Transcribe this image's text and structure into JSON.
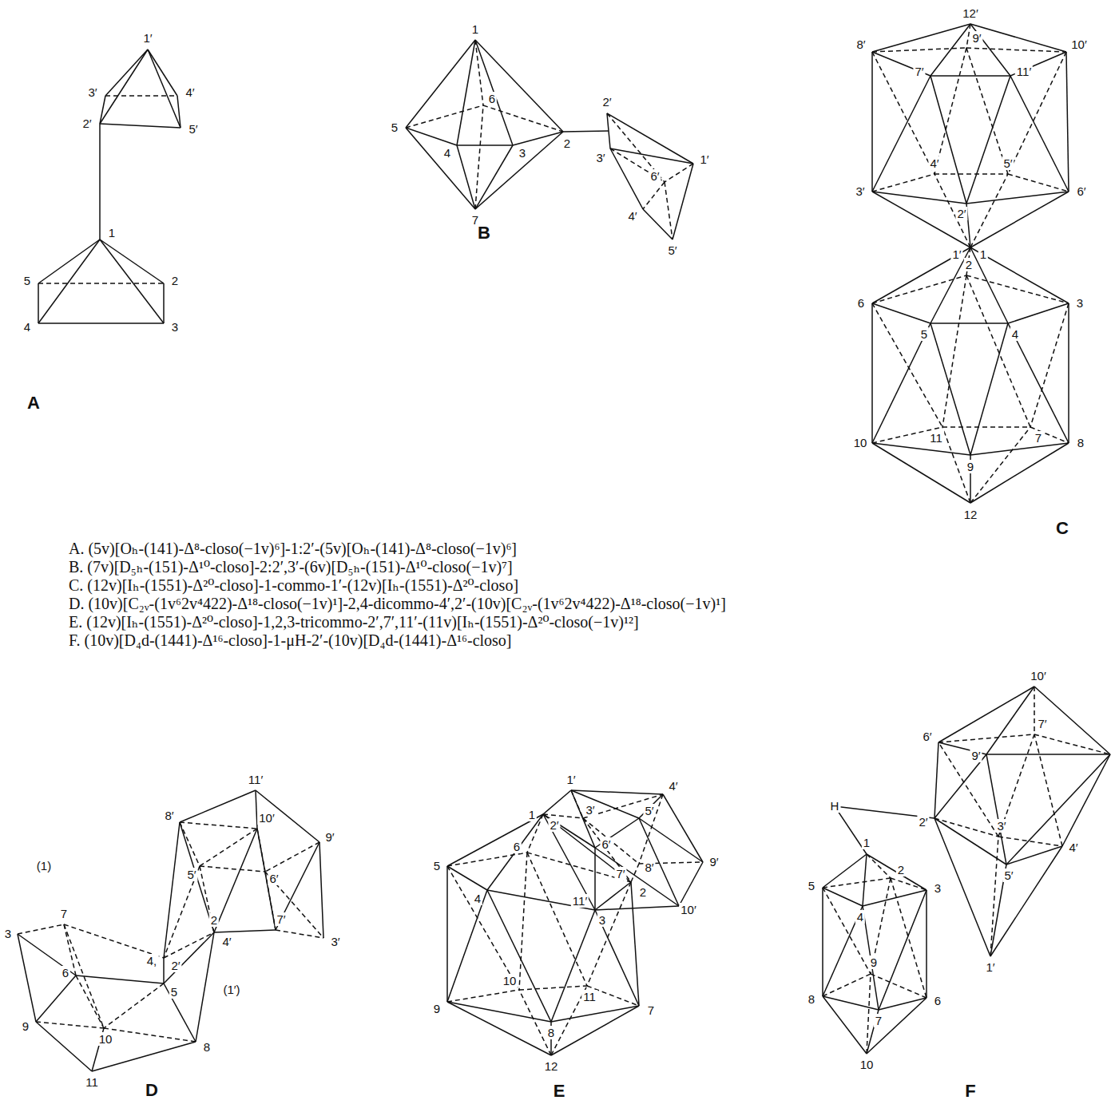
{
  "diagram": {
    "labels": [
      "1′",
      "3′",
      "4′",
      "2′",
      "5′",
      "1",
      "5",
      "2",
      "4",
      "3",
      "A",
      "1",
      "6",
      "5",
      "4",
      "3",
      "2",
      "7",
      "2′",
      "3′",
      "1′",
      "6′",
      "4′",
      "5′",
      "B",
      "12′",
      "9′",
      "8′",
      "10′",
      "7′",
      "11′",
      "4′",
      "5′",
      "3′",
      "2′",
      "6′",
      "1′",
      "1",
      "2",
      "6",
      "3",
      "5",
      "4",
      "11",
      "7",
      "10",
      "9",
      "8",
      "12",
      "C",
      "A. (5v)[Oₕ-(141)-Δ⁸-closo(−1v)⁶]-1:2′-(5v)[Oₕ-(141)-Δ⁸-closo(−1v)⁶]",
      "B. (7v)[D₅ₕ-(151)-Δ¹⁰-closo]-2:2′,3′-(6v)[D₅ₕ-(151)-Δ¹⁰-closo(−1v)⁷]",
      "C. (12v)[Iₕ-(1551)-Δ²⁰-closo]-1-commo-1′-(12v)[Iₕ-(1551)-Δ²⁰-closo]",
      "D. (10v)[C₂ᵥ-(1v⁶2v⁴422)-Δ¹⁸-closo(−1v)¹]-2,4-dicommo-4′,2′-(10v)[C₂ᵥ-(1v⁶2v⁴422)-Δ¹⁸-closo(−1v)¹]",
      "E. (12v)[Iₕ-(1551)-Δ²⁰-closo]-1,2,3-tricommo-2′,7′,11′-(11v)[Iₕ-(1551)-Δ²⁰-closo(−1v)¹²]",
      "F. (10v)[D₄d-(1441)-Δ¹⁶-closo]-1-μH-2′-(10v)[D₄d-(1441)-Δ¹⁶-closo]",
      "11′",
      "10′",
      "9′",
      "8′",
      "5′",
      "6′",
      "(1)",
      "2",
      "4′",
      "7′",
      "3′",
      "3",
      "7",
      "4,",
      "2′",
      "6",
      "5",
      "(1′)",
      "9",
      "10",
      "8",
      "11",
      "D",
      "1′",
      "4′",
      "3′",
      "5′",
      "1",
      "2′",
      "6′",
      "9′",
      "8′",
      "7′",
      "2",
      "3",
      "11′",
      "10′",
      "5",
      "6",
      "4",
      "9",
      "10",
      "11",
      "8",
      "7",
      "12",
      "E",
      "10′",
      "6′",
      "7′",
      "9′",
      "3′",
      "2′",
      "5′",
      "4′",
      "1′",
      "H",
      "1",
      "2",
      "5",
      "3",
      "4",
      "9",
      "8",
      "6",
      "7",
      "10",
      "F"
    ]
  }
}
